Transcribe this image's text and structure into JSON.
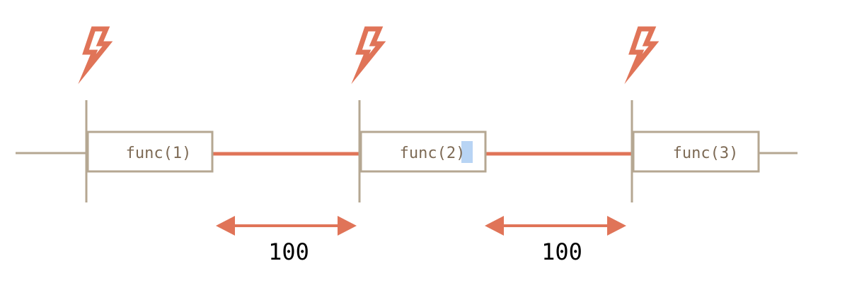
{
  "colors": {
    "timeline": "#b5a792",
    "accent": "#e07458",
    "box_text": "#7d6a55",
    "selection": "#b8d4f4",
    "delay_text": "#000000"
  },
  "events": [
    {
      "icon": "lightning-icon",
      "label_main": "func(1)",
      "label_pre": "func(1)",
      "label_sel": "",
      "label_post": ""
    },
    {
      "icon": "lightning-icon",
      "label_main": "func(2)",
      "label_pre": "func(2",
      "label_sel": ")",
      "label_post": ""
    },
    {
      "icon": "lightning-icon",
      "label_main": "func(3)",
      "label_pre": "func(3)",
      "label_sel": "",
      "label_post": ""
    }
  ],
  "delays": [
    {
      "label": "100"
    },
    {
      "label": "100"
    }
  ]
}
